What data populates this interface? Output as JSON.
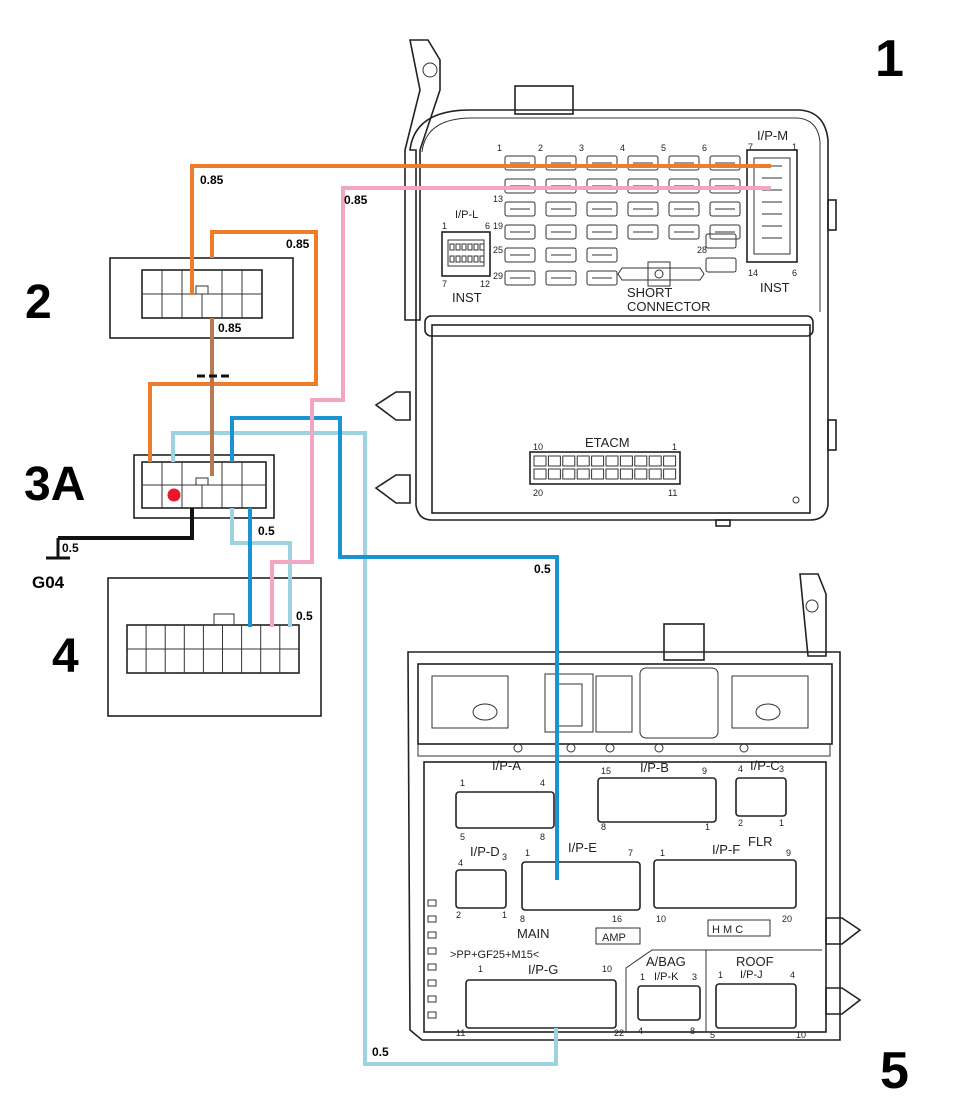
{
  "callouts": {
    "fuse_box": "1",
    "connector_2": "2",
    "connector_3a": "3A",
    "connector_4": "4",
    "junction_box": "5"
  },
  "ground": {
    "label": "G04",
    "wire_size": "0.5"
  },
  "colors": {
    "orange": "#EE7D2B",
    "pink": "#F2A6C4",
    "blue": "#1B93D1",
    "light_blue": "#9CD3E3",
    "brown": "#B57A4E",
    "black": "#111111",
    "pin_dot": "#E8192C"
  },
  "wire_labels": {
    "orange_top": "0.85",
    "pink_top": "0.85",
    "orange_side": "0.85",
    "brown_mid": "0.85",
    "light_blue_3a": "0.5",
    "pink_4": "0.5",
    "blue_route": "0.5",
    "light_blue_bottom": "0.5"
  },
  "fuse_box": {
    "ipm_label": "I/P-M",
    "ipm_pins": [
      "7",
      "1",
      "14",
      "6"
    ],
    "ipm_inst": "INST",
    "ipl_label": "I/P-L",
    "ipl_pins": [
      "1",
      "6",
      "7",
      "12"
    ],
    "ipl_inst": "INST",
    "fuse_row_numbers": [
      "1",
      "2",
      "3",
      "4",
      "5",
      "6"
    ],
    "fuse_side_numbers": [
      "13",
      "19",
      "25",
      "29",
      "28"
    ],
    "short_connector": "SHORT\nCONNECTOR",
    "etacm_label": "ETACM",
    "etacm_pins": [
      "10",
      "1",
      "20",
      "11"
    ]
  },
  "junction_box": {
    "connectors": [
      {
        "name": "I/P-A",
        "pins": [
          "1",
          "4",
          "5",
          "8"
        ]
      },
      {
        "name": "I/P-B",
        "pins": [
          "15",
          "9",
          "8",
          "1"
        ]
      },
      {
        "name": "I/P-C",
        "pins": [
          "4",
          "3",
          "2",
          "1"
        ]
      },
      {
        "name": "I/P-D",
        "pins": [
          "4",
          "3",
          "2",
          "1"
        ]
      },
      {
        "name": "I/P-E",
        "pins": [
          "1",
          "7",
          "8",
          "16"
        ]
      },
      {
        "name": "I/P-F",
        "pins": [
          "1",
          "9",
          "10",
          "20"
        ]
      },
      {
        "name": "I/P-G",
        "pins": [
          "1",
          "10",
          "11",
          "22"
        ]
      },
      {
        "name": "I/P-K",
        "pins": [
          "1",
          "3",
          "4",
          "8"
        ]
      },
      {
        "name": "I/P-J",
        "pins": [
          "1",
          "4",
          "5",
          "10"
        ]
      }
    ],
    "flr": "FLR",
    "main": "MAIN",
    "amp": "AMP",
    "hmc": "H M C",
    "code": ">PP+GF25+M15<",
    "abag": "A/BAG",
    "roof": "ROOF"
  }
}
